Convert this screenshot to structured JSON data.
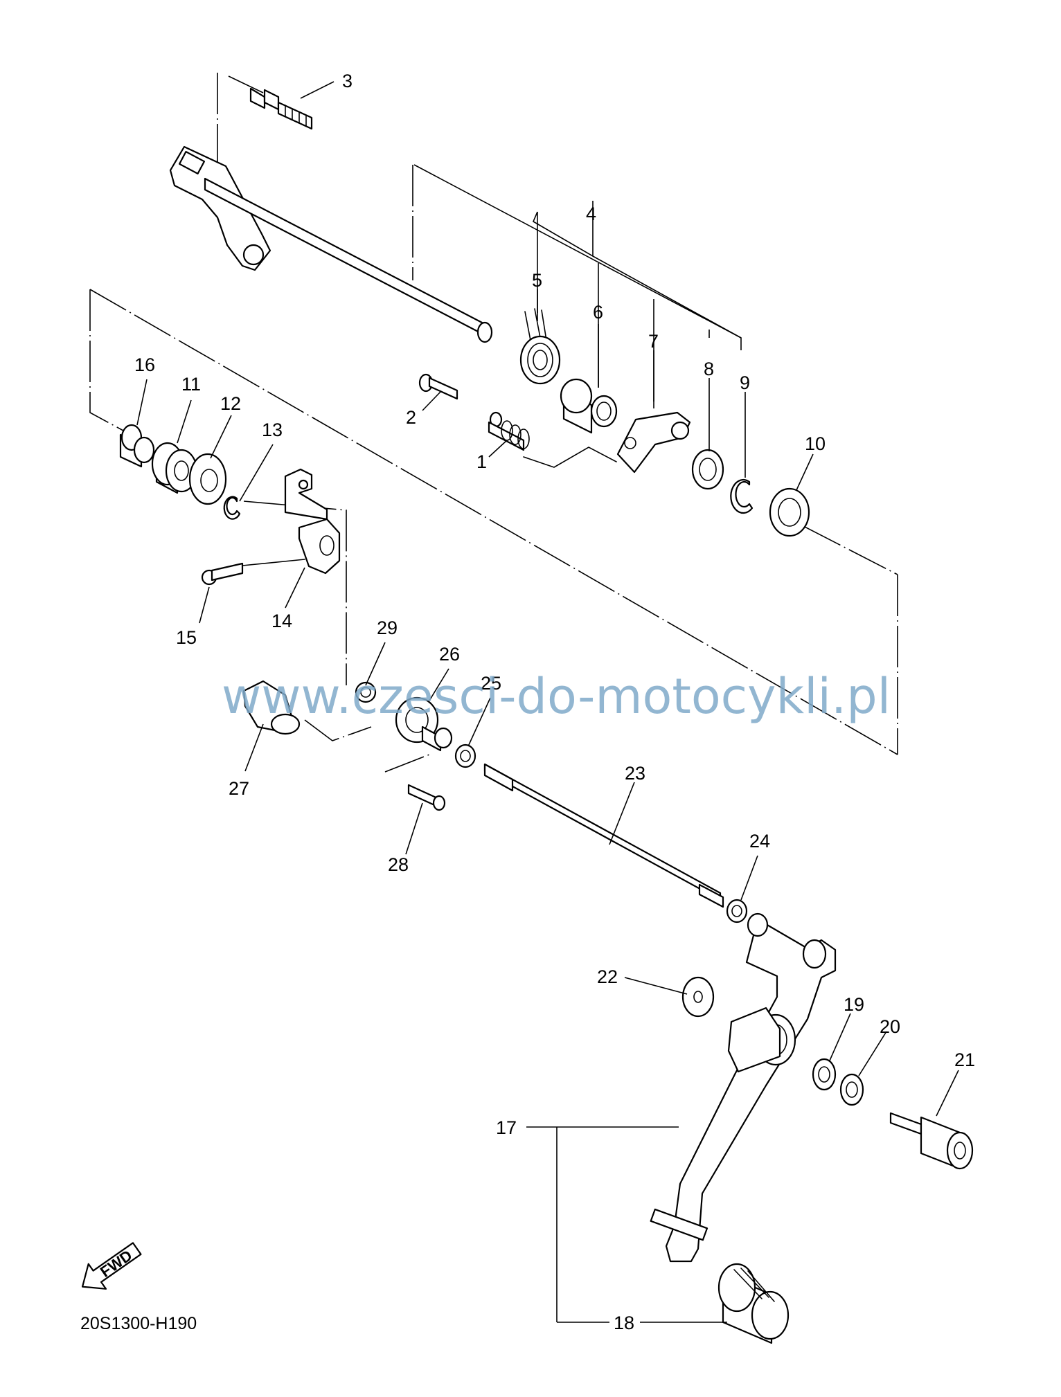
{
  "diagram": {
    "drawing_code": "20S1300-H190",
    "watermark": "www.czesci-do-motocykli.pl",
    "direction_label": "FWD",
    "parts": [
      {
        "id": "1",
        "label": "1"
      },
      {
        "id": "2",
        "label": "2"
      },
      {
        "id": "3",
        "label": "3"
      },
      {
        "id": "4",
        "label": "4"
      },
      {
        "id": "5",
        "label": "5"
      },
      {
        "id": "6",
        "label": "6"
      },
      {
        "id": "7",
        "label": "7"
      },
      {
        "id": "8",
        "label": "8"
      },
      {
        "id": "9",
        "label": "9"
      },
      {
        "id": "10",
        "label": "10"
      },
      {
        "id": "11",
        "label": "11"
      },
      {
        "id": "12",
        "label": "12"
      },
      {
        "id": "13",
        "label": "13"
      },
      {
        "id": "14",
        "label": "14"
      },
      {
        "id": "15",
        "label": "15"
      },
      {
        "id": "16",
        "label": "16"
      },
      {
        "id": "17",
        "label": "17"
      },
      {
        "id": "18",
        "label": "18"
      },
      {
        "id": "19",
        "label": "19"
      },
      {
        "id": "20",
        "label": "20"
      },
      {
        "id": "21",
        "label": "21"
      },
      {
        "id": "22",
        "label": "22"
      },
      {
        "id": "23",
        "label": "23"
      },
      {
        "id": "24",
        "label": "24"
      },
      {
        "id": "25",
        "label": "25"
      },
      {
        "id": "26",
        "label": "26"
      },
      {
        "id": "27",
        "label": "27"
      },
      {
        "id": "28",
        "label": "28"
      },
      {
        "id": "29",
        "label": "29"
      }
    ]
  }
}
